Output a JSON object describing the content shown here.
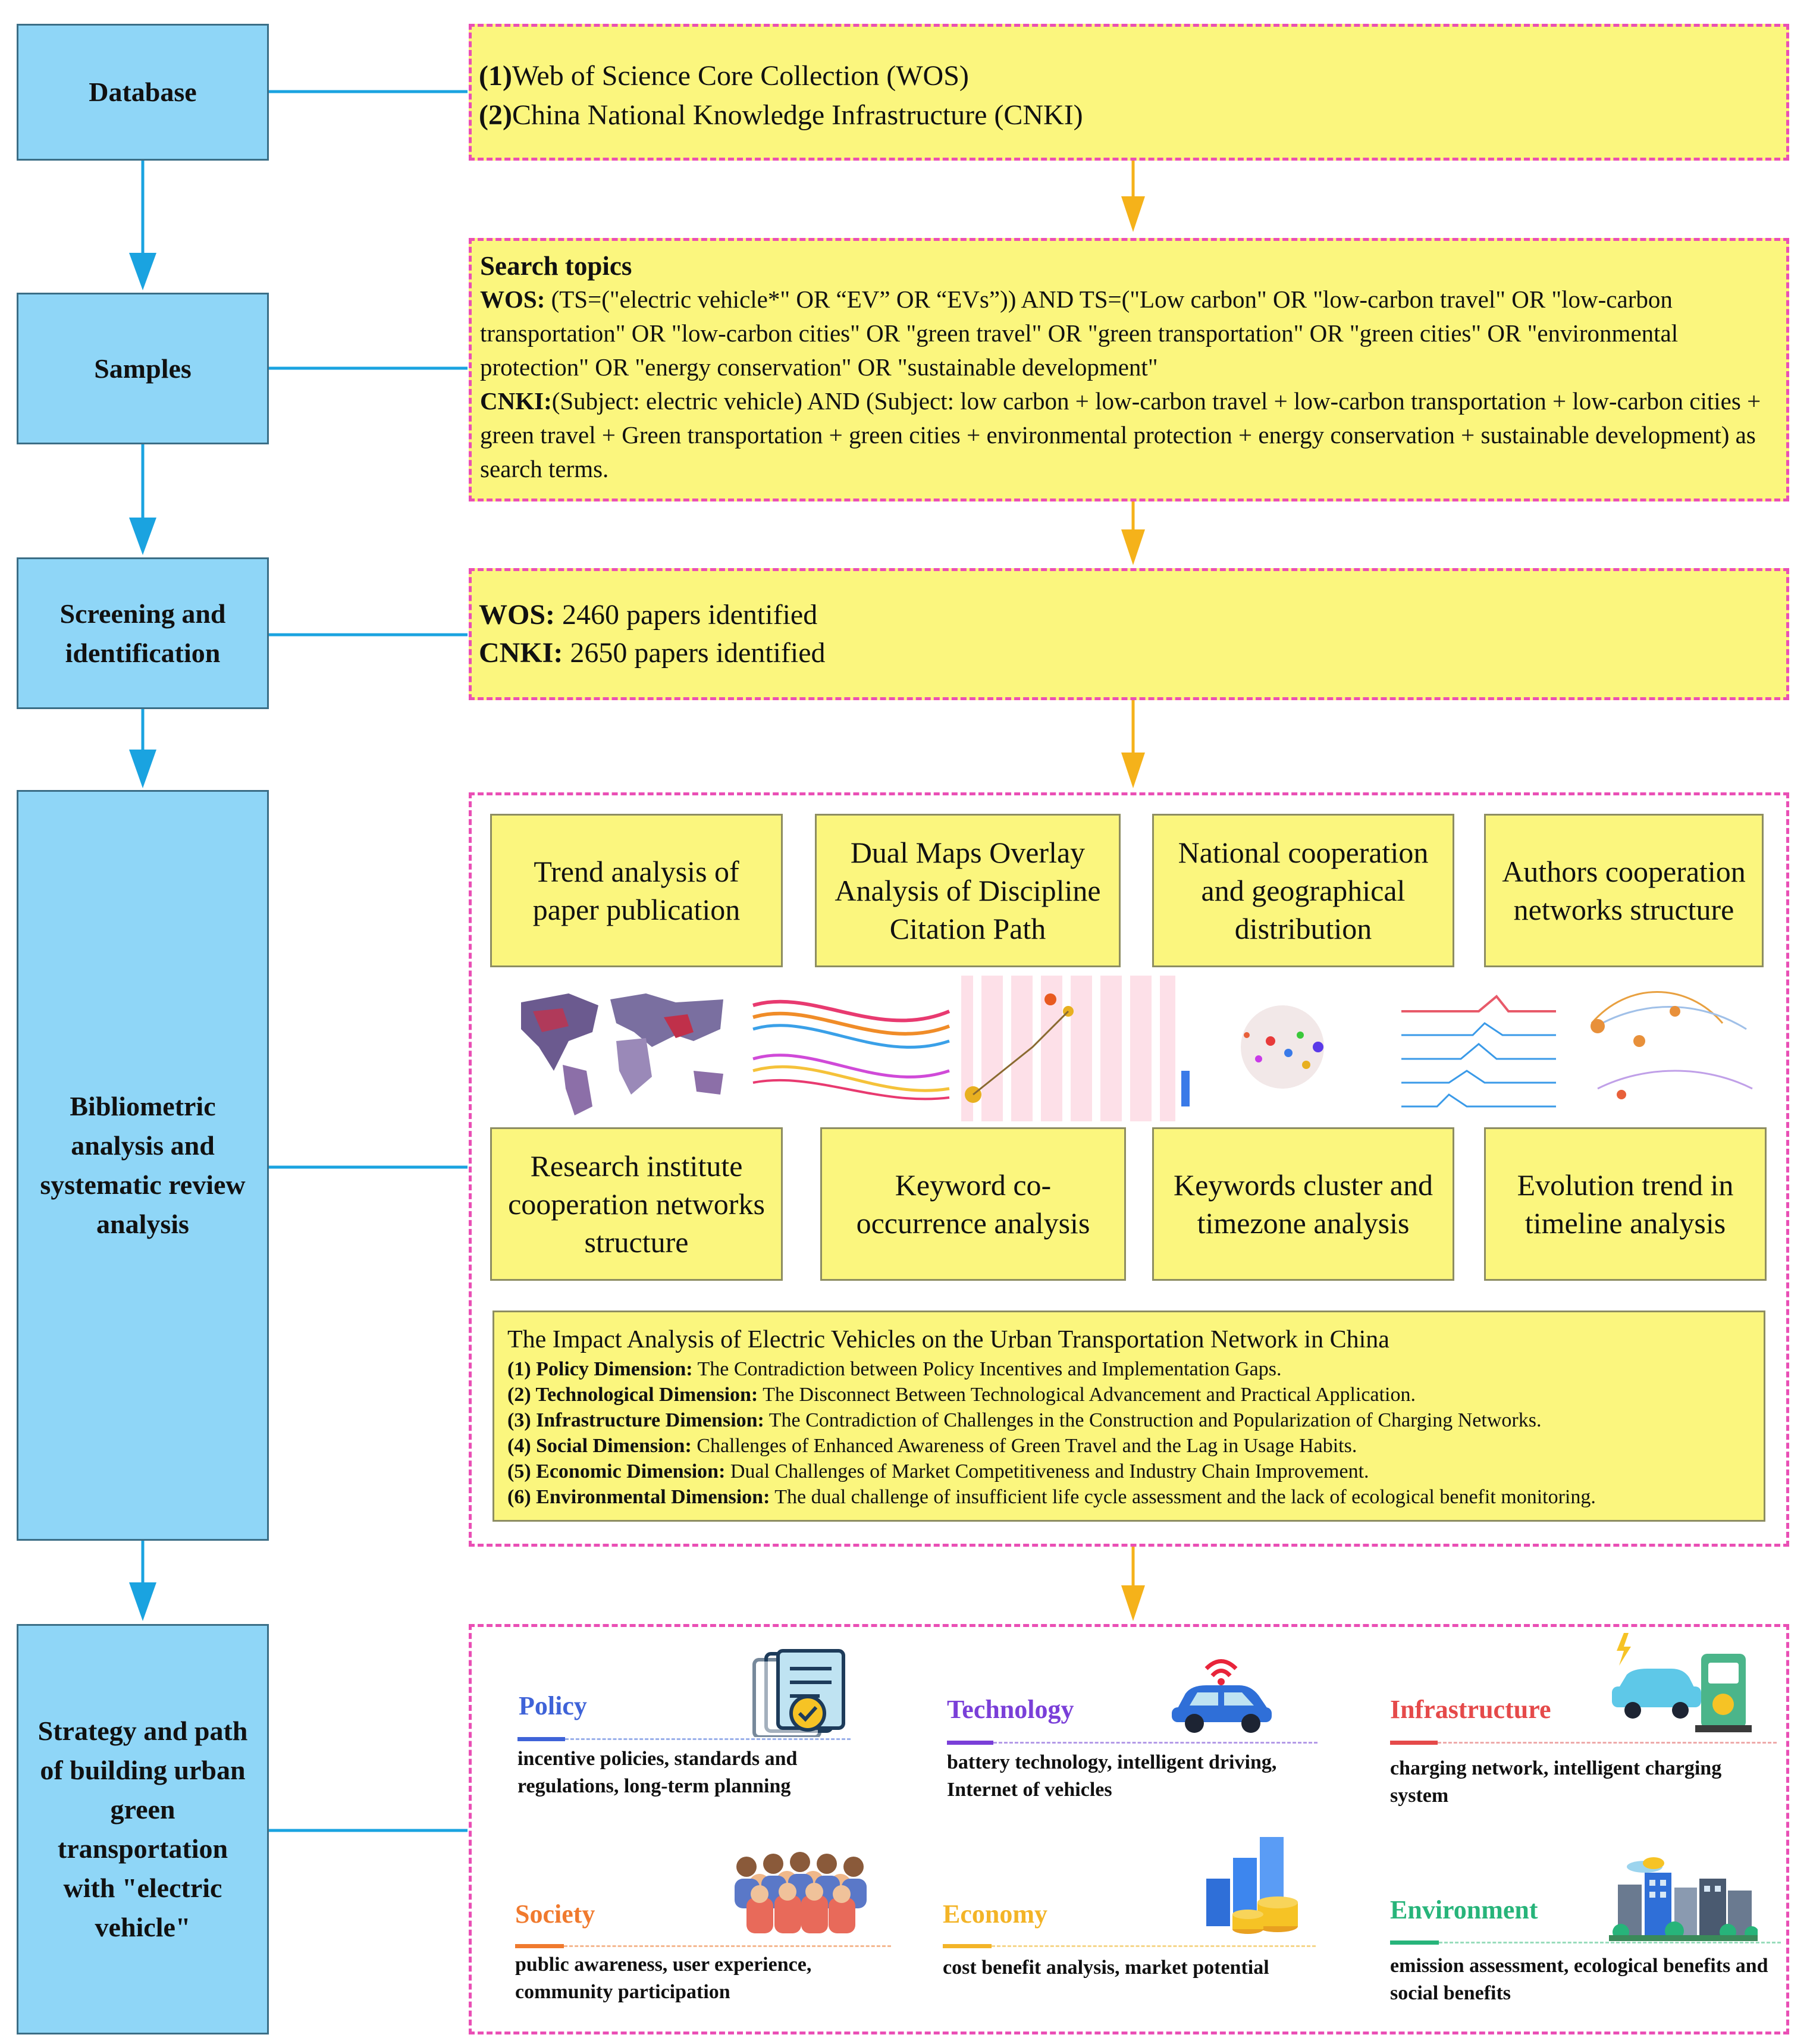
{
  "stages": [
    {
      "key": "database",
      "label": "Database"
    },
    {
      "key": "samples",
      "label": "Samples"
    },
    {
      "key": "screening",
      "label": "Screening and identification"
    },
    {
      "key": "bibliometric",
      "label": "Bibliometric analysis and systematic review analysis"
    },
    {
      "key": "strategy",
      "label": "Strategy and path of building urban green transportation with \"electric vehicle\""
    }
  ],
  "database": {
    "line1_num": "(1)",
    "line1_text": "Web of Science Core Collection (WOS)",
    "line2_num": "(2)",
    "line2_text": "China National Knowledge Infrastructure (CNKI)"
  },
  "search": {
    "heading": "Search topics",
    "wos_label": "WOS:",
    "wos_text": " (TS=(\"electric vehicle*\" OR “EV” OR “EVs”)) AND TS=(\"Low carbon\" OR \"low-carbon travel\" OR \"low-carbon transportation\" OR \"low-carbon cities\" OR \"green travel\" OR \"green transportation\" OR \"green cities\" OR \"environmental protection\" OR \"energy conservation\" OR \"sustainable development\"",
    "cnki_label": "CNKI:",
    "cnki_text": "(Subject: electric vehicle) AND (Subject: low carbon + low-carbon travel + low-carbon transportation + low-carbon cities + green travel + Green transportation + green cities + environmental protection + energy conservation + sustainable development) as search terms."
  },
  "screening": {
    "wos_label": "WOS:",
    "wos_text": " 2460 papers identified",
    "cnki_label": "CNKI:",
    "cnki_text": " 2650 papers identified"
  },
  "analyses_top": [
    "Trend analysis of paper publication",
    "Dual Maps Overlay Analysis of Discipline Citation Path",
    "National cooperation and geographical distribution",
    "Authors cooperation networks structure"
  ],
  "analyses_bottom": [
    "Research institute cooperation networks structure",
    "Keyword co-occurrence analysis",
    "Keywords cluster and timezone analysis",
    "Evolution trend in timeline analysis"
  ],
  "impact": {
    "title": "The Impact Analysis of Electric Vehicles on the Urban Transportation Network in China",
    "items": [
      {
        "label": "(1) Policy Dimension:",
        "text": " The Contradiction between Policy Incentives and Implementation Gaps."
      },
      {
        "label": "(2) Technological Dimension:",
        "text": " The Disconnect Between Technological Advancement and Practical Application."
      },
      {
        "label": "(3) Infrastructure Dimension:",
        "text": " The Contradiction of Challenges in the Construction and Popularization of Charging Networks."
      },
      {
        "label": "(4) Social Dimension:",
        "text": " Challenges of Enhanced Awareness of Green Travel and the Lag in Usage Habits."
      },
      {
        "label": "(5) Economic Dimension:",
        "text": " Dual Challenges of Market Competitiveness and Industry Chain Improvement."
      },
      {
        "label": "(6) Environmental Dimension:",
        "text": " The dual challenge of insufficient life cycle assessment and the lack of ecological benefit monitoring."
      }
    ]
  },
  "strategy": [
    {
      "title": "Policy",
      "color": "#3f63d8",
      "desc": "incentive policies, standards and regulations, long-term planning",
      "icon": "documents-icon"
    },
    {
      "title": "Technology",
      "color": "#7a3fd8",
      "desc": "battery technology, intelligent driving, Internet of vehicles",
      "icon": "connected-car-icon"
    },
    {
      "title": "Infrastructure",
      "color": "#e54a4a",
      "desc": "charging network, intelligent charging system",
      "icon": "charging-station-icon"
    },
    {
      "title": "Society",
      "color": "#f07a2e",
      "desc": "public awareness, user experience, community participation",
      "icon": "crowd-icon"
    },
    {
      "title": "Economy",
      "color": "#f3b427",
      "desc": "cost benefit analysis, market potential",
      "icon": "bar-coins-icon"
    },
    {
      "title": "Environment",
      "color": "#27b47a",
      "desc": "emission assessment, ecological benefits and social benefits",
      "icon": "green-city-icon"
    }
  ],
  "colors": {
    "stage_fill": "#8fd6f7",
    "connector": "#1aa3e0",
    "dash_border": "#ea4fb5",
    "yellow_fill": "#fbf67e",
    "down_arrow": "#f5b21a"
  }
}
